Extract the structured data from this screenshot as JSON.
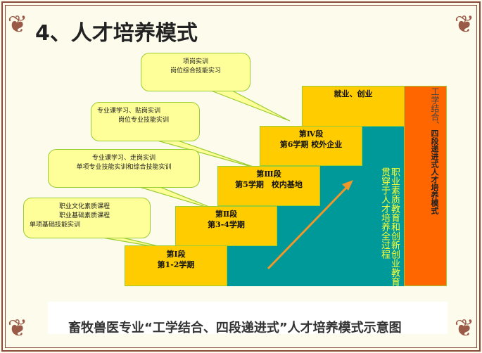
{
  "title": "4、人才培养模式",
  "bubbles": [
    {
      "lines": [
        "项岗实训",
        "岗位综合技能实习"
      ]
    },
    {
      "lines": [
        "专业课学习、贴岗实训",
        "岗位专业技能实训"
      ]
    },
    {
      "lines": [
        "专业课学习、走岗实训",
        "单项专业技能实训和综合技能实训"
      ]
    },
    {
      "lines": [
        "职业文化素质课程",
        "职业基础素质课程",
        "单项基础技能实训"
      ]
    }
  ],
  "steps": [
    {
      "stage": "第Ⅰ段",
      "term": "第1-2学期"
    },
    {
      "stage": "第Ⅱ段",
      "term": "第3-4学期"
    },
    {
      "stage": "第Ⅲ段",
      "term": "第5学期　校内基地"
    },
    {
      "stage": "第Ⅳ段",
      "term": "第6学期 校外企业"
    },
    {
      "stage": "就业、创业"
    }
  ],
  "vertical_texts": {
    "education": "职业素质教育和创新创业教育",
    "throughout": "贯穿于人才培养全过程",
    "model_a": "工学结合、",
    "model_b": "四段递进式人才培养模式"
  },
  "caption": "畜牧兽医专业“工学结合、四段递进式”人才培养模式示意图",
  "colors": {
    "step": "#ffcc00",
    "teal": "#009999",
    "orange": "#ff6600",
    "bubble": "#ffff99"
  }
}
